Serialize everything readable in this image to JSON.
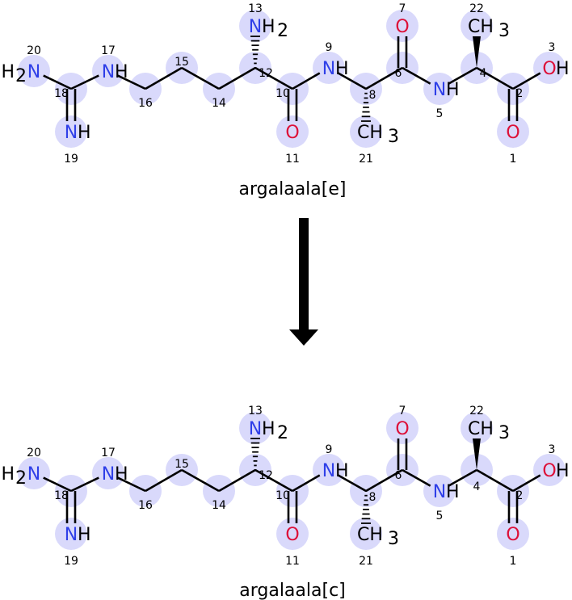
{
  "colors": {
    "nitrogen": "#2f3fe8",
    "oxygen": "#dd1038",
    "carbon": "#000000",
    "highlight": "#d9d9fb",
    "bond": "#000000"
  },
  "molecules": [
    {
      "name": "argalaala[e]"
    },
    {
      "name": "argalaala[c]"
    }
  ],
  "atoms": [
    {
      "id": 1,
      "symbol": "O",
      "h": ""
    },
    {
      "id": 2,
      "symbol": "C",
      "h": ""
    },
    {
      "id": 3,
      "symbol": "O",
      "h": "H"
    },
    {
      "id": 4,
      "symbol": "C",
      "h": ""
    },
    {
      "id": 5,
      "symbol": "N",
      "h": "H"
    },
    {
      "id": 6,
      "symbol": "C",
      "h": ""
    },
    {
      "id": 7,
      "symbol": "O",
      "h": ""
    },
    {
      "id": 8,
      "symbol": "C",
      "h": ""
    },
    {
      "id": 9,
      "symbol": "N",
      "h": "H"
    },
    {
      "id": 10,
      "symbol": "C",
      "h": ""
    },
    {
      "id": 11,
      "symbol": "O",
      "h": ""
    },
    {
      "id": 12,
      "symbol": "C",
      "h": ""
    },
    {
      "id": 13,
      "symbol": "N",
      "h": "H",
      "sub": "2"
    },
    {
      "id": 14,
      "symbol": "C",
      "h": ""
    },
    {
      "id": 15,
      "symbol": "C",
      "h": ""
    },
    {
      "id": 16,
      "symbol": "C",
      "h": ""
    },
    {
      "id": 17,
      "symbol": "N",
      "h": "H"
    },
    {
      "id": 18,
      "symbol": "C",
      "h": ""
    },
    {
      "id": 19,
      "symbol": "N",
      "h": "H"
    },
    {
      "id": 20,
      "symbol": "N",
      "h": "H",
      "sub": "2",
      "h_left": true
    },
    {
      "id": 21,
      "symbol": "CH",
      "h": "",
      "sub": "3",
      "label": true
    },
    {
      "id": 22,
      "symbol": "CH",
      "h": "",
      "sub": "3",
      "label": true
    }
  ],
  "bonds": [
    {
      "a": 20,
      "b": 18,
      "type": "single"
    },
    {
      "a": 18,
      "b": 19,
      "type": "double"
    },
    {
      "a": 18,
      "b": 17,
      "type": "single"
    },
    {
      "a": 17,
      "b": 16,
      "type": "single"
    },
    {
      "a": 16,
      "b": 15,
      "type": "single"
    },
    {
      "a": 15,
      "b": 14,
      "type": "single"
    },
    {
      "a": 14,
      "b": 12,
      "type": "single"
    },
    {
      "a": 12,
      "b": 13,
      "type": "hash"
    },
    {
      "a": 12,
      "b": 10,
      "type": "single"
    },
    {
      "a": 10,
      "b": 11,
      "type": "double"
    },
    {
      "a": 10,
      "b": 9,
      "type": "single"
    },
    {
      "a": 9,
      "b": 8,
      "type": "single"
    },
    {
      "a": 8,
      "b": 21,
      "type": "hash"
    },
    {
      "a": 8,
      "b": 6,
      "type": "single"
    },
    {
      "a": 6,
      "b": 7,
      "type": "double"
    },
    {
      "a": 6,
      "b": 5,
      "type": "single"
    },
    {
      "a": 5,
      "b": 4,
      "type": "single"
    },
    {
      "a": 4,
      "b": 22,
      "type": "wedge"
    },
    {
      "a": 4,
      "b": 2,
      "type": "single"
    },
    {
      "a": 2,
      "b": 1,
      "type": "double"
    },
    {
      "a": 2,
      "b": 3,
      "type": "single"
    }
  ]
}
